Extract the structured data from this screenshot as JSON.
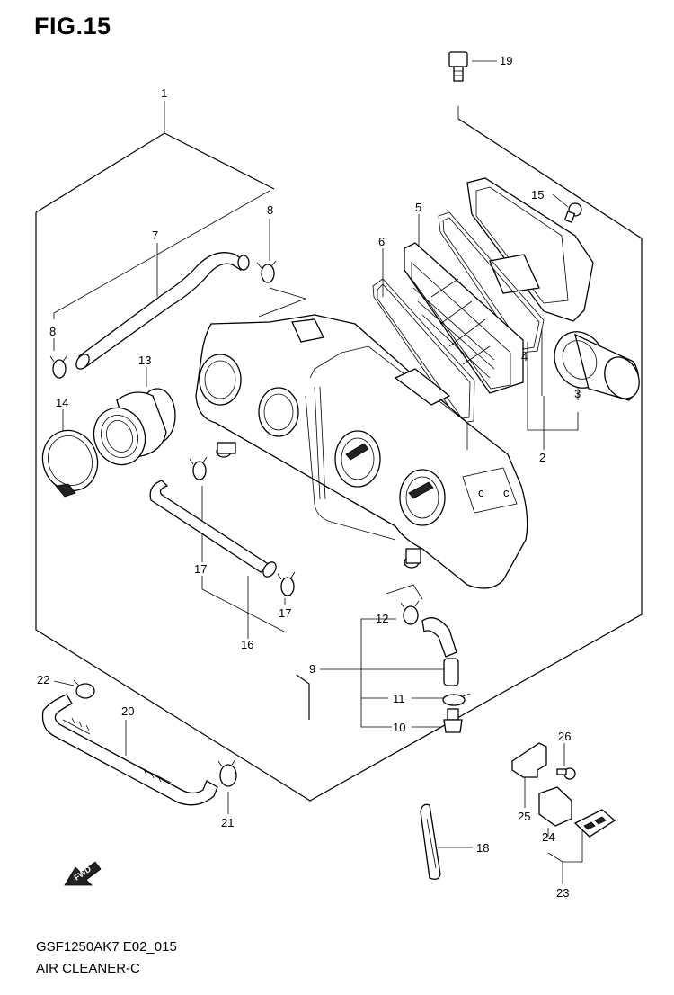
{
  "figure_title": "FIG.15",
  "model_code": "GSF1250AK7 E02_015",
  "section_title": "AIR CLEANER-C",
  "fwd_label": "FWD",
  "callouts": {
    "c1": "1",
    "c2": "2",
    "c3": "3",
    "c4": "4",
    "c5": "5",
    "c6": "6",
    "c7": "7",
    "c8a": "8",
    "c8b": "8",
    "c9": "9",
    "c10": "10",
    "c11": "11",
    "c12": "12",
    "c13": "13",
    "c14": "14",
    "c15": "15",
    "c16": "16",
    "c17a": "17",
    "c17b": "17",
    "c18": "18",
    "c19": "19",
    "c20": "20",
    "c21": "21",
    "c22": "22",
    "c23": "23",
    "c24": "24",
    "c25": "25",
    "c26": "26"
  }
}
